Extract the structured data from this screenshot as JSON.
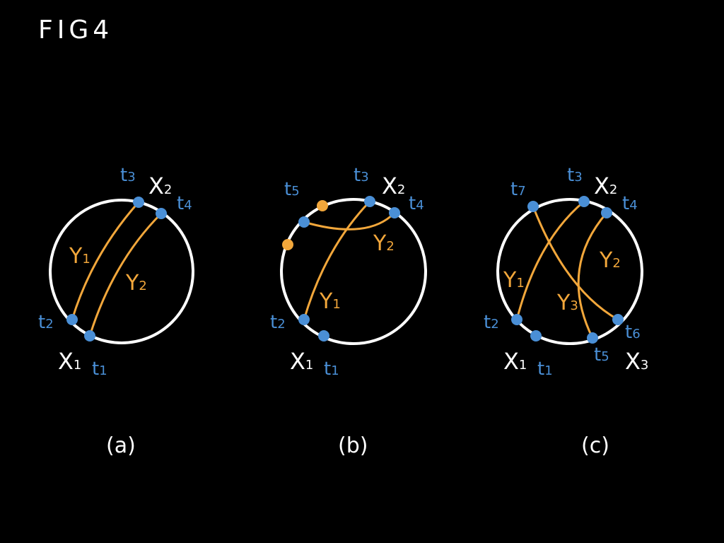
{
  "title": "FIG4",
  "colors": {
    "background": "#000000",
    "circle": "#ffffff",
    "node": "#4a8fd6",
    "chord": "#f2a73b"
  },
  "panels": {
    "a": {
      "caption": "(a)",
      "x1": "X",
      "x1_sub": "1",
      "x2": "X",
      "x2_sub": "2",
      "t1": "t",
      "t1_sub": "1",
      "t2": "t",
      "t2_sub": "2",
      "t3": "t",
      "t3_sub": "3",
      "t4": "t",
      "t4_sub": "4",
      "y1": "Y",
      "y1_sub": "1",
      "y2": "Y",
      "y2_sub": "2"
    },
    "b": {
      "caption": "(b)",
      "x1": "X",
      "x1_sub": "1",
      "x2": "X",
      "x2_sub": "2",
      "t1": "t",
      "t1_sub": "1",
      "t2": "t",
      "t2_sub": "2",
      "t3": "t",
      "t3_sub": "3",
      "t4": "t",
      "t4_sub": "4",
      "t5": "t",
      "t5_sub": "5",
      "y1": "Y",
      "y1_sub": "1",
      "y2": "Y",
      "y2_sub": "2"
    },
    "c": {
      "caption": "(c)",
      "x1": "X",
      "x1_sub": "1",
      "x2": "X",
      "x2_sub": "2",
      "x3": "X",
      "x3_sub": "3",
      "t1": "t",
      "t1_sub": "1",
      "t2": "t",
      "t2_sub": "2",
      "t3": "t",
      "t3_sub": "3",
      "t4": "t",
      "t4_sub": "4",
      "t5": "t",
      "t5_sub": "5",
      "t6": "t",
      "t6_sub": "6",
      "t7": "t",
      "t7_sub": "7",
      "y1": "Y",
      "y1_sub": "1",
      "y2": "Y",
      "y2_sub": "2",
      "y3": "Y",
      "y3_sub": "3"
    }
  }
}
